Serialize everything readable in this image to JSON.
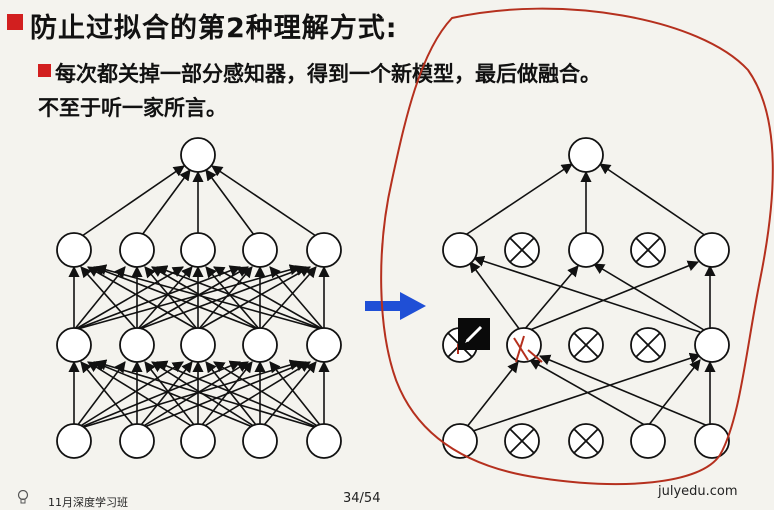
{
  "slide": {
    "title": "防止过拟合的第2种理解方式:",
    "bullet_line1": "每次都关掉一部分感知器，得到一个新模型，最后做融合。",
    "bullet_line2": "不至于听一家所言。"
  },
  "footer": {
    "course": "11月深度学习班",
    "page": "34/54",
    "site": "julyedu.com"
  },
  "colors": {
    "accent_red": "#d21f1f",
    "arrow_blue": "#1f4fd6",
    "annotation_red": "#b5301e"
  },
  "icons": {
    "pen_tool": "pen-icon",
    "footer_logo": "bulb-icon"
  },
  "network": {
    "full": {
      "layers": [
        5,
        5,
        5,
        1
      ]
    },
    "dropout": {
      "input_dropped": [
        1,
        2
      ],
      "hidden1_dropped": [
        2,
        3
      ],
      "hidden2_dropped": [
        1,
        3
      ]
    }
  }
}
